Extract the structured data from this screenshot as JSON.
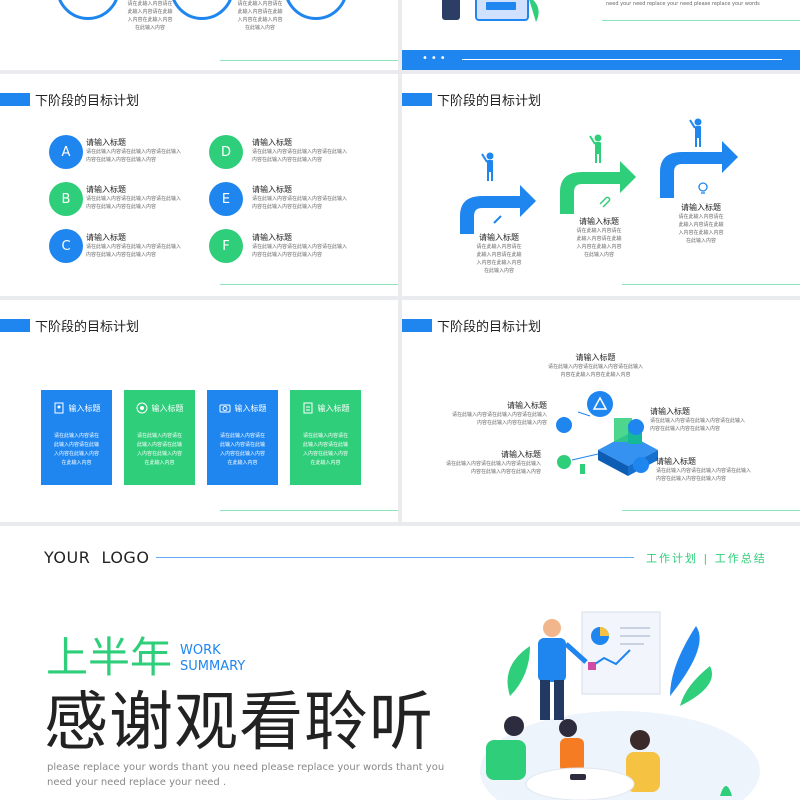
{
  "colors": {
    "blue": "#1f86f0",
    "green": "#2fce7a",
    "dark": "#222222"
  },
  "top_left": {
    "lines": [
      {
        "t1": "请在此输入内容请在",
        "t2": "此输入内容请在此输",
        "t3": "入内容在此输入内容",
        "t4": "在此输入内容"
      },
      {
        "t1": "请在此输入内容请在",
        "t2": "此输入内容请在此输",
        "t3": "入内容在此输入内容",
        "t4": "在此输入内容"
      }
    ]
  },
  "top_right": {
    "footer_text": "need your need replace your need please replace your words"
  },
  "slide_abc": {
    "title": "下阶段的目标计划",
    "items": [
      {
        "letter": "A",
        "heading": "请输入标题",
        "l1": "请在此输入内容请在此输入内容请在此输入",
        "l2": "内容在此输入内容在此输入内容"
      },
      {
        "letter": "B",
        "heading": "请输入标题",
        "l1": "请在此输入内容请在此输入内容请在此输入",
        "l2": "内容在此输入内容在此输入内容"
      },
      {
        "letter": "C",
        "heading": "请输入标题",
        "l1": "请在此输入内容请在此输入内容请在此输入",
        "l2": "内容在此输入内容在此输入内容"
      },
      {
        "letter": "D",
        "heading": "请输入标题",
        "l1": "请在此输入内容请在此输入内容请在此输入",
        "l2": "内容在此输入内容在此输入内容"
      },
      {
        "letter": "E",
        "heading": "请输入标题",
        "l1": "请在此输入内容请在此输入内容请在此输入",
        "l2": "内容在此输入内容在此输入内容"
      },
      {
        "letter": "F",
        "heading": "请输入标题",
        "l1": "请在此输入内容请在此输入内容请在此输入",
        "l2": "内容在此输入内容在此输入内容"
      }
    ]
  },
  "slide_steps": {
    "title": "下阶段的目标计划",
    "steps": [
      {
        "heading": "请输入标题",
        "l1": "请在此输入内容请在",
        "l2": "此输入内容请在此输",
        "l3": "入内容在此输入内容",
        "l4": "在此输入内容",
        "icon": "pencil-icon"
      },
      {
        "heading": "请输入标题",
        "l1": "请在此输入内容请在",
        "l2": "此输入内容请在此输",
        "l3": "入内容在此输入内容",
        "l4": "在此输入内容",
        "icon": "paperclip-icon"
      },
      {
        "heading": "请输入标题",
        "l1": "请在此输入内容请在",
        "l2": "此输入内容请在此输",
        "l3": "入内容在此输入内容",
        "l4": "在此输入内容",
        "icon": "lightbulb-icon"
      }
    ]
  },
  "slide_cards": {
    "title": "下阶段的目标计划",
    "cards": [
      {
        "heading": "输入标题",
        "l1": "请在此输入内容请在",
        "l2": "此输入内容请在此输",
        "l3": "入内容在此输入内容",
        "l4": "在此输入内容",
        "icon": "document-user-icon"
      },
      {
        "heading": "输入标题",
        "l1": "请在此输入内容请在",
        "l2": "此输入内容请在此输",
        "l3": "入内容在此输入内容",
        "l4": "在此输入内容",
        "icon": "target-icon"
      },
      {
        "heading": "输入标题",
        "l1": "请在此输入内容请在",
        "l2": "此输入内容请在此输",
        "l3": "入内容在此输入内容",
        "l4": "在此输入内容",
        "icon": "camera-icon"
      },
      {
        "heading": "输入标题",
        "l1": "请在此输入内容请在",
        "l2": "此输入内容请在此输",
        "l3": "入内容在此输入内容",
        "l4": "在此输入内容",
        "icon": "checklist-icon"
      }
    ]
  },
  "slide_hub": {
    "title": "下阶段的目标计划",
    "items": [
      {
        "heading": "请输入标题",
        "l1": "请在此输入内容请在此输入内容请在此输入",
        "l2": "内容在此输入内容在此输入内容"
      },
      {
        "heading": "请输入标题",
        "l1": "请在此输入内容请在此输入内容请在此输入",
        "l2": "内容在此输入内容在此输入内容"
      },
      {
        "heading": "请输入标题",
        "l1": "请在此输入内容请在此输入内容请在此输入",
        "l2": "内容在此输入内容在此输入内容"
      },
      {
        "heading": "请输入标题",
        "l1": "请在此输入内容请在此输入内容请在此输入",
        "l2": "内容在此输入内容在此输入内容"
      },
      {
        "heading": "请输入标题",
        "l1": "请在此输入内容请在此输入内容请在此输入",
        "l2": "内容在此输入内容在此输入内容"
      }
    ]
  },
  "final": {
    "logo": "YOUR  LOGO",
    "tagline": "工作计划 | 工作总结",
    "green_title": "上半年",
    "work": "WORK",
    "summary": "SUMMARY",
    "main_title": "感谢观看聆听",
    "sub1": "please replace your words thant you need please replace your words thant you",
    "sub2": "need your need replace your need ."
  }
}
